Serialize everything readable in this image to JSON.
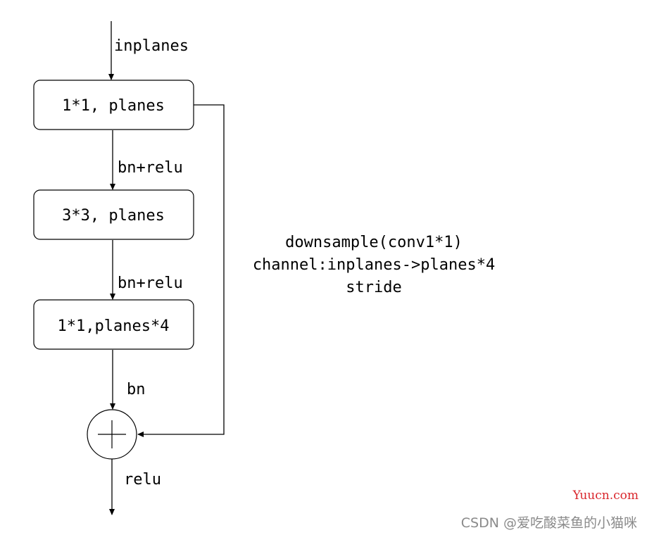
{
  "diagram": {
    "input_label": "inplanes",
    "boxes": [
      {
        "label": "1*1, planes"
      },
      {
        "label": "3*3, planes"
      },
      {
        "label": "1*1,planes*4"
      }
    ],
    "edge_labels": {
      "after_box1": "bn+relu",
      "after_box2": "bn+relu",
      "after_box3": "bn",
      "output": "relu"
    },
    "shortcut_note": {
      "line1": "downsample(conv1*1)",
      "line2": "channel:inplanes->planes*4",
      "line3": "stride"
    },
    "sum_node_icon": "plus-circle-icon"
  },
  "watermarks": {
    "site": "Yuucn.com",
    "author": "CSDN @爱吃酸菜鱼的小猫咪"
  },
  "colors": {
    "stroke": "#000000",
    "site_watermark": "#d9262c",
    "author_watermark": "#8a8a8a"
  }
}
